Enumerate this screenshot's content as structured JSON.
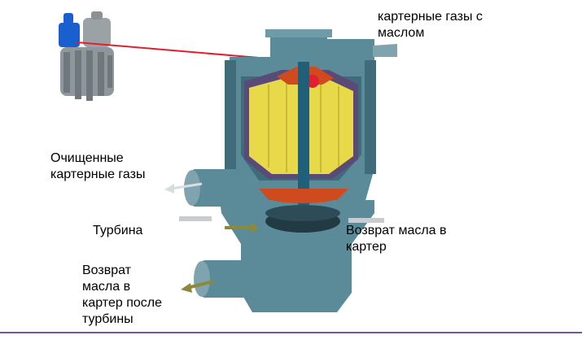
{
  "labels": {
    "gas_in": [
      "картерные газы с",
      "маслом"
    ],
    "clean_gases": [
      "Очищенные",
      "картерные газы"
    ],
    "turbine": "Турбина",
    "oil_return": [
      "Возврат масла в",
      "картер"
    ],
    "oil_return_after": [
      "Возврат",
      "масла в",
      "картер после",
      "турбины"
    ]
  },
  "colors": {
    "housing": "#5b8a99",
    "housing_dark": "#3f6b7a",
    "filter": "#e8d94a",
    "filter_frame": "#5a4a78",
    "rotor": "#d04a1f",
    "shaft": "#1f5f7a",
    "pointer_line": "#e02030",
    "filter_blue": "#1a5fd0",
    "arrow": "#8c8a3a"
  }
}
